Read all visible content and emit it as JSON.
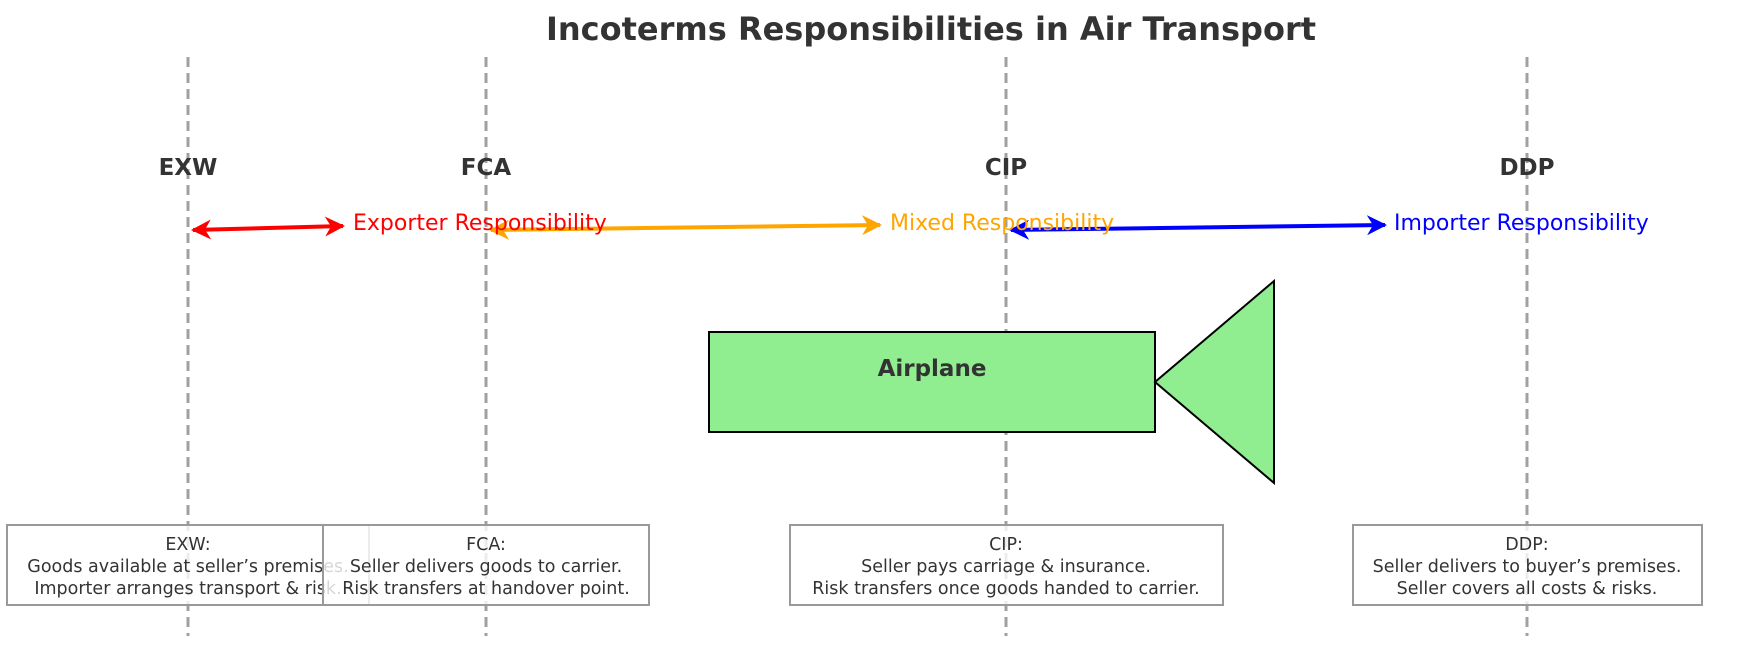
{
  "title": "Incoterms Responsibilities in Air Transport",
  "terms": [
    {
      "code": "EXW"
    },
    {
      "code": "FCA"
    },
    {
      "code": "CIP"
    },
    {
      "code": "DDP"
    }
  ],
  "responsibilities": [
    {
      "label": "Exporter Responsibility",
      "color": "#ff0000"
    },
    {
      "label": "Mixed Responsibility",
      "color": "#ffa500"
    },
    {
      "label": "Importer Responsibility",
      "color": "#0000ff"
    }
  ],
  "airplane": {
    "label": "Airplane",
    "color": "#90ee90"
  },
  "boxes": [
    {
      "lines": [
        "EXW:",
        "Goods available at seller’s premises.",
        "Importer arranges transport & risk."
      ]
    },
    {
      "lines": [
        "FCA:",
        "Seller delivers goods to carrier.",
        "Risk transfers at handover point."
      ]
    },
    {
      "lines": [
        "CIP:",
        "Seller pays carriage & insurance.",
        "Risk transfers once goods handed to carrier."
      ]
    },
    {
      "lines": [
        "DDP:",
        "Seller delivers to buyer’s premises.",
        "Seller covers all costs & risks."
      ]
    }
  ],
  "colors": {
    "guide_line": "#a0a0a0",
    "text": "#333333",
    "box_border": "#999999"
  }
}
